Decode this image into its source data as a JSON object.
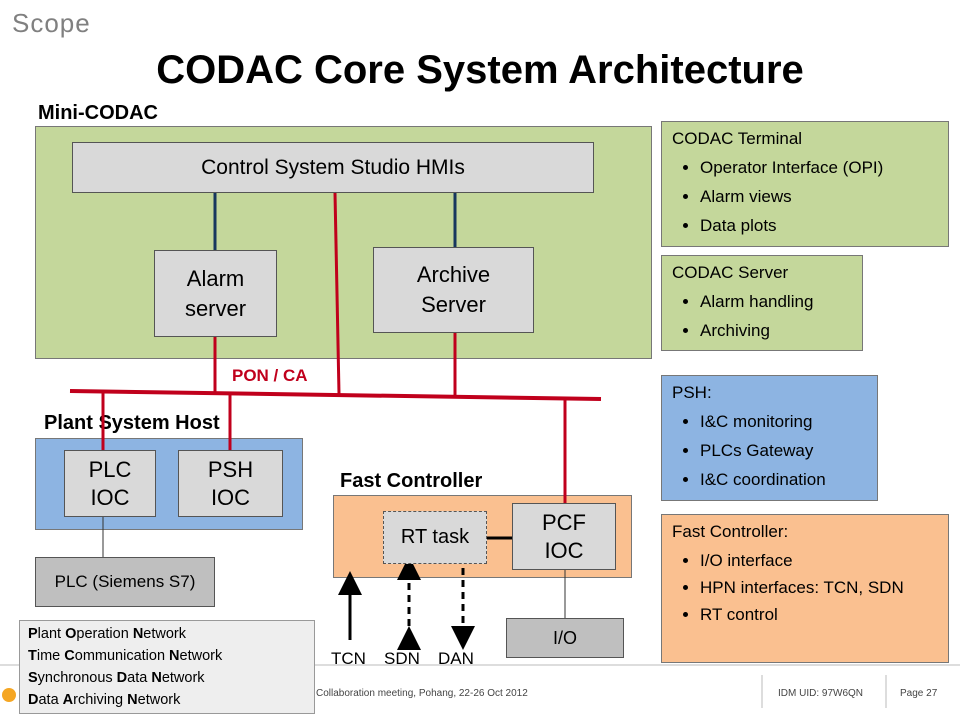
{
  "header": {
    "section": "Scope",
    "title": "CODAC Core System Architecture"
  },
  "mini_codac": {
    "label": "Mini-CODAC",
    "hmi": "Control System Studio HMIs",
    "alarm_server": "Alarm server",
    "archive_server": "Archive Server"
  },
  "network": {
    "pon_label": "PON / CA"
  },
  "plant_system_host": {
    "label": "Plant System Host",
    "plc_ioc": "PLC IOC",
    "psh_ioc": "PSH IOC",
    "plc": "PLC (Siemens S7)"
  },
  "fast_controller": {
    "label": "Fast Controller",
    "rt_task": "RT task",
    "pcf_ioc": "PCF IOC",
    "io": "I/O",
    "signals": [
      "TCN",
      "SDN",
      "DAN"
    ]
  },
  "legend": [
    {
      "first": "P",
      "rest1": "lant ",
      "second": "O",
      "rest2": "peration ",
      "third": "N",
      "rest3": "etwork"
    },
    {
      "first": "T",
      "rest1": "ime ",
      "second": "C",
      "rest2": "ommunication ",
      "third": "N",
      "rest3": "etwork"
    },
    {
      "first": "S",
      "rest1": "ynchronous ",
      "second": "D",
      "rest2": "ata ",
      "third": "N",
      "rest3": "etwork"
    },
    {
      "first": "D",
      "rest1": "ata ",
      "second": "A",
      "rest2": "rchiving ",
      "third": "N",
      "rest3": "etwork"
    }
  ],
  "panels": {
    "terminal": {
      "title": "CODAC Terminal",
      "items": [
        "Operator Interface (OPI)",
        "Alarm views",
        "Data plots"
      ]
    },
    "server": {
      "title": "CODAC Server",
      "items": [
        "Alarm handling",
        "Archiving"
      ]
    },
    "psh": {
      "title": "PSH:",
      "items": [
        "I&C monitoring",
        "PLCs Gateway",
        "I&C coordination"
      ]
    },
    "fast": {
      "title": "Fast Controller:",
      "items": [
        "I/O interface",
        "HPN interfaces: TCN, SDN",
        "RT control"
      ]
    }
  },
  "footer": {
    "meeting": "Collaboration meeting, Pohang, 22-26 Oct 2012",
    "idm": "IDM UID: 97W6QN",
    "page": "Page 27"
  },
  "colors": {
    "green": "#c4d79b",
    "blue": "#8db4e2",
    "orange": "#fac090",
    "gray": "#d9d9d9",
    "red": "#c0001c",
    "navy": "#17375e"
  }
}
